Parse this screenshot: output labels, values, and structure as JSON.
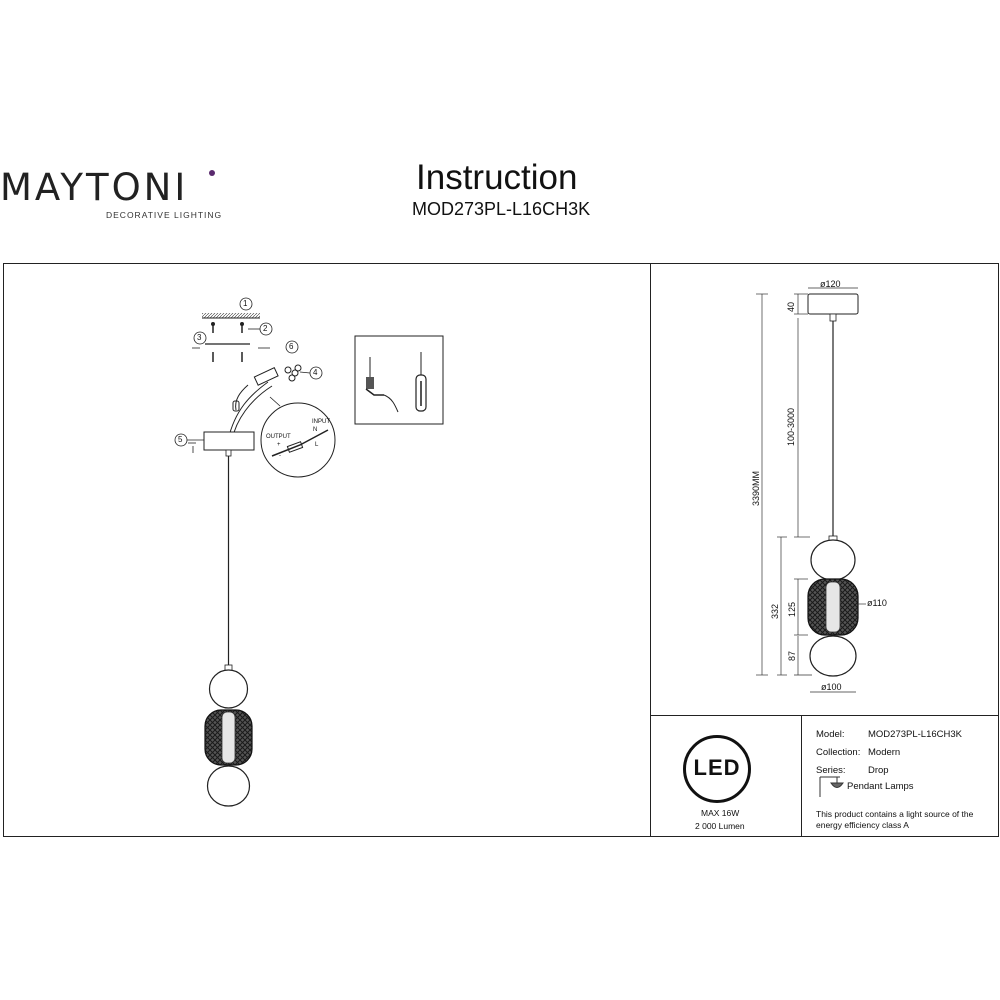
{
  "brand": {
    "name": "MAYTONI",
    "tagline": "DECORATIVE LIGHTING",
    "accent_color": "#5a2a6e"
  },
  "header": {
    "title": "Instruction",
    "model": "MOD273PL-L16CH3K"
  },
  "installation": {
    "steps": [
      "1",
      "2",
      "3",
      "4",
      "5",
      "6"
    ],
    "wiring": {
      "output_label": "OUTPUT",
      "input_label": "INPUT",
      "neutral": "N",
      "line": "L",
      "plus": "+",
      "minus": "-"
    }
  },
  "dimensions": {
    "canopy_diameter": "ø120",
    "canopy_height": "40",
    "cable_length": "100-3000",
    "total_height": "3390MM",
    "shade_height": "332",
    "middle_height": "125",
    "bottom_height": "87",
    "middle_diameter": "ø110",
    "ball_diameter": "ø100"
  },
  "led": {
    "badge": "LED",
    "max_power": "MAX 16W",
    "lumen": "2 000 Lumen"
  },
  "info": {
    "model_label": "Model:",
    "model_value": "MOD273PL-L16CH3K",
    "collection_label": "Collection:",
    "collection_value": "Modern",
    "series_label": "Series:",
    "series_value": "Drop",
    "type_value": "Pendant Lamps",
    "energy_note": "This product contains a light source of the energy efficiency class A"
  }
}
